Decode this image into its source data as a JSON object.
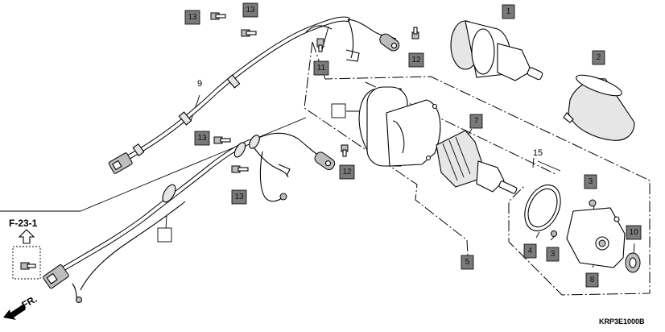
{
  "callouts": {
    "c1": "1",
    "c2": "2",
    "c3a": "3",
    "c3b": "3",
    "c4": "4",
    "c5": "5",
    "c7": "7",
    "c8": "8",
    "c9": "9",
    "c10": "10",
    "c11": "11",
    "c12a": "12",
    "c12b": "12",
    "c13a": "13",
    "c13b": "13",
    "c13c": "13",
    "c13d": "13",
    "c15": "15"
  },
  "reference": "F-23-1",
  "direction": "FR.",
  "diagram_code": "KRP3E1000B"
}
